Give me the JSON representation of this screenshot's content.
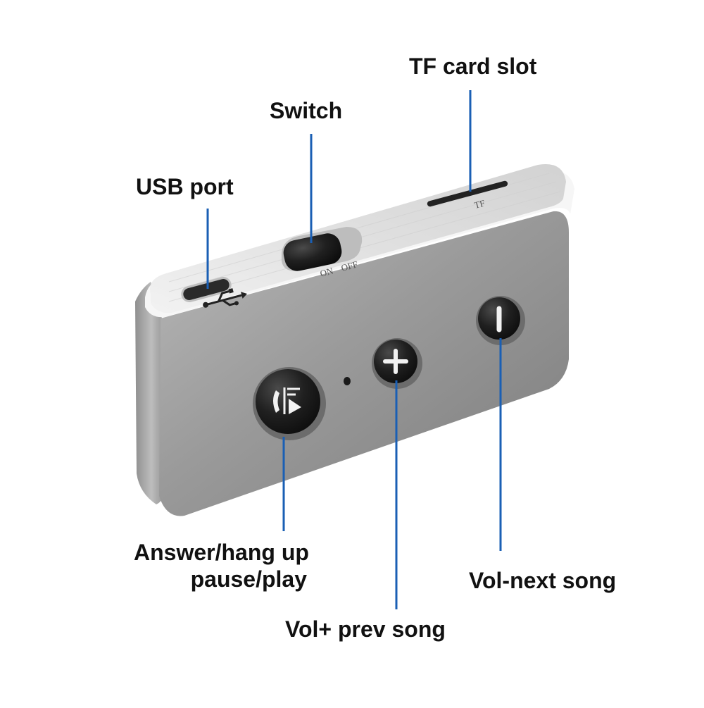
{
  "labels": {
    "tf_card_slot": "TF card slot",
    "switch": "Switch",
    "usb_port": "USB port",
    "answer_line1": "Answer/hang up",
    "answer_line2": "pause/play",
    "vol_plus": "Vol+ prev song",
    "vol_minus": "Vol-next song"
  },
  "device_markings": {
    "switch_on": "ON",
    "switch_off": "OFF",
    "tf": "TF"
  },
  "colors": {
    "callout_line": "#1a5fb4",
    "label_text": "#111111",
    "body_grey": "#9a9a9a",
    "top_panel": "#e6e6e6",
    "button_black": "#1b1b1b"
  },
  "icons": {
    "usb_port": "usb-icon",
    "answer_button": "phone-play-icon",
    "vol_plus_button": "plus-icon",
    "vol_minus_button": "minus-icon"
  }
}
